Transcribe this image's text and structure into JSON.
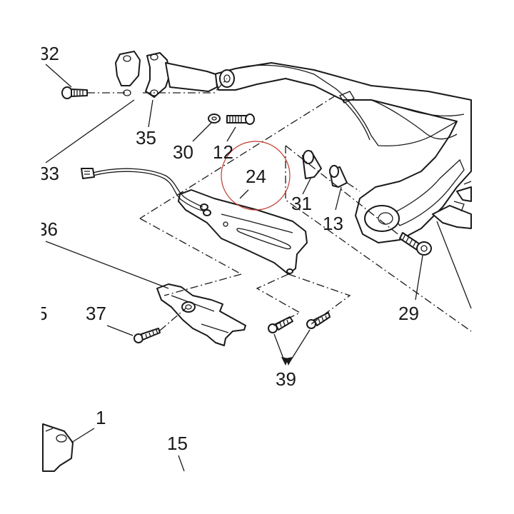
{
  "diagram": {
    "labels": {
      "l32": "32",
      "l35": "35",
      "l33": "33",
      "l30": "30",
      "l12": "12",
      "l24": "24",
      "l31": "31",
      "l13": "13",
      "l29": "29",
      "l36": "36",
      "l37": "37",
      "l5": "5",
      "l39": "39",
      "l1": "1",
      "l15": "15"
    },
    "highlight_color": "#c0392b"
  }
}
